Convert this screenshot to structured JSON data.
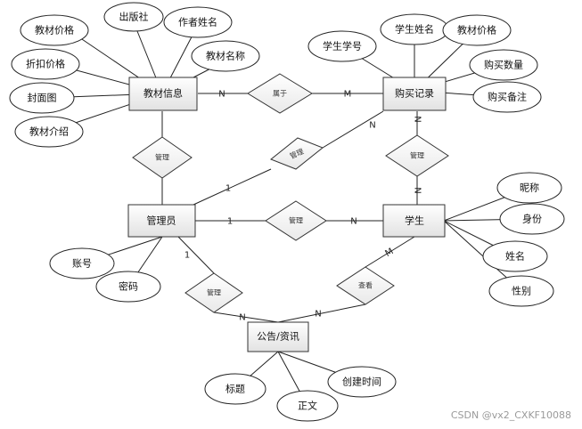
{
  "entities": {
    "textbook_info": "教材信息",
    "purchase_record": "购买记录",
    "admin": "管理员",
    "student": "学生",
    "notice": "公告/资讯"
  },
  "attributes": {
    "textbook_price_1": "教材价格",
    "publisher": "出版社",
    "author_name": "作者姓名",
    "textbook_name": "教材名称",
    "discount_price": "折扣价格",
    "cover_image": "封面图",
    "textbook_intro": "教材介绍",
    "student_id": "学生学号",
    "student_name": "学生姓名",
    "textbook_price_2": "教材价格",
    "purchase_qty": "购买数量",
    "purchase_note": "购买备注",
    "nickname": "昵称",
    "identity": "身份",
    "name": "姓名",
    "gender": "性别",
    "account": "账号",
    "password": "密码",
    "title": "标题",
    "body": "正文",
    "create_time": "创建时间"
  },
  "relations": {
    "belongs_to": "属于",
    "manage_textbook": "管理",
    "manage_record": "管理",
    "manage_purchase": "管理",
    "manage_student": "管理",
    "manage_notice": "管理",
    "view": "查看"
  },
  "cardinality": {
    "belongs_n": "N",
    "belongs_m": "M",
    "purchase_n": "N",
    "purchase_1": "1",
    "record_n": "N",
    "student_n": "N",
    "admin_1": "1",
    "admin_student_n": "N",
    "notice_admin_1": "1",
    "notice_n1": "N",
    "notice_n2": "N",
    "student_m": "M"
  },
  "watermark": "CSDN @vx2_CXKF10088"
}
